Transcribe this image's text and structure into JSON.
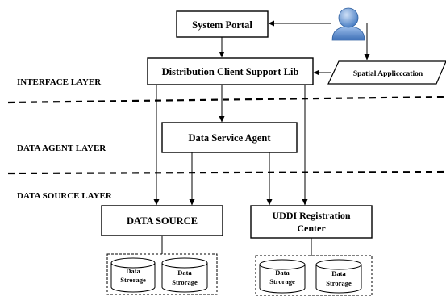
{
  "layers": {
    "interface": "INTERFACE LAYER",
    "data_agent": "DATA AGENT LAYER",
    "data_source": "DATA SOURCE LAYER"
  },
  "boxes": {
    "system_portal": "System Portal",
    "client_support_lib": "Distribution Client Support Lib",
    "spatial_application": "Spatial Applicccation",
    "data_service_agent": "Data Service Agent",
    "data_source": "DATA SOURCE",
    "uddi_line1": "UDDI Registration",
    "uddi_line2": "Center"
  },
  "storage": {
    "line1": "Data",
    "line2": "Strorage"
  },
  "icons": {
    "user": "user-person-icon",
    "user_color": "#5b8fd1"
  }
}
